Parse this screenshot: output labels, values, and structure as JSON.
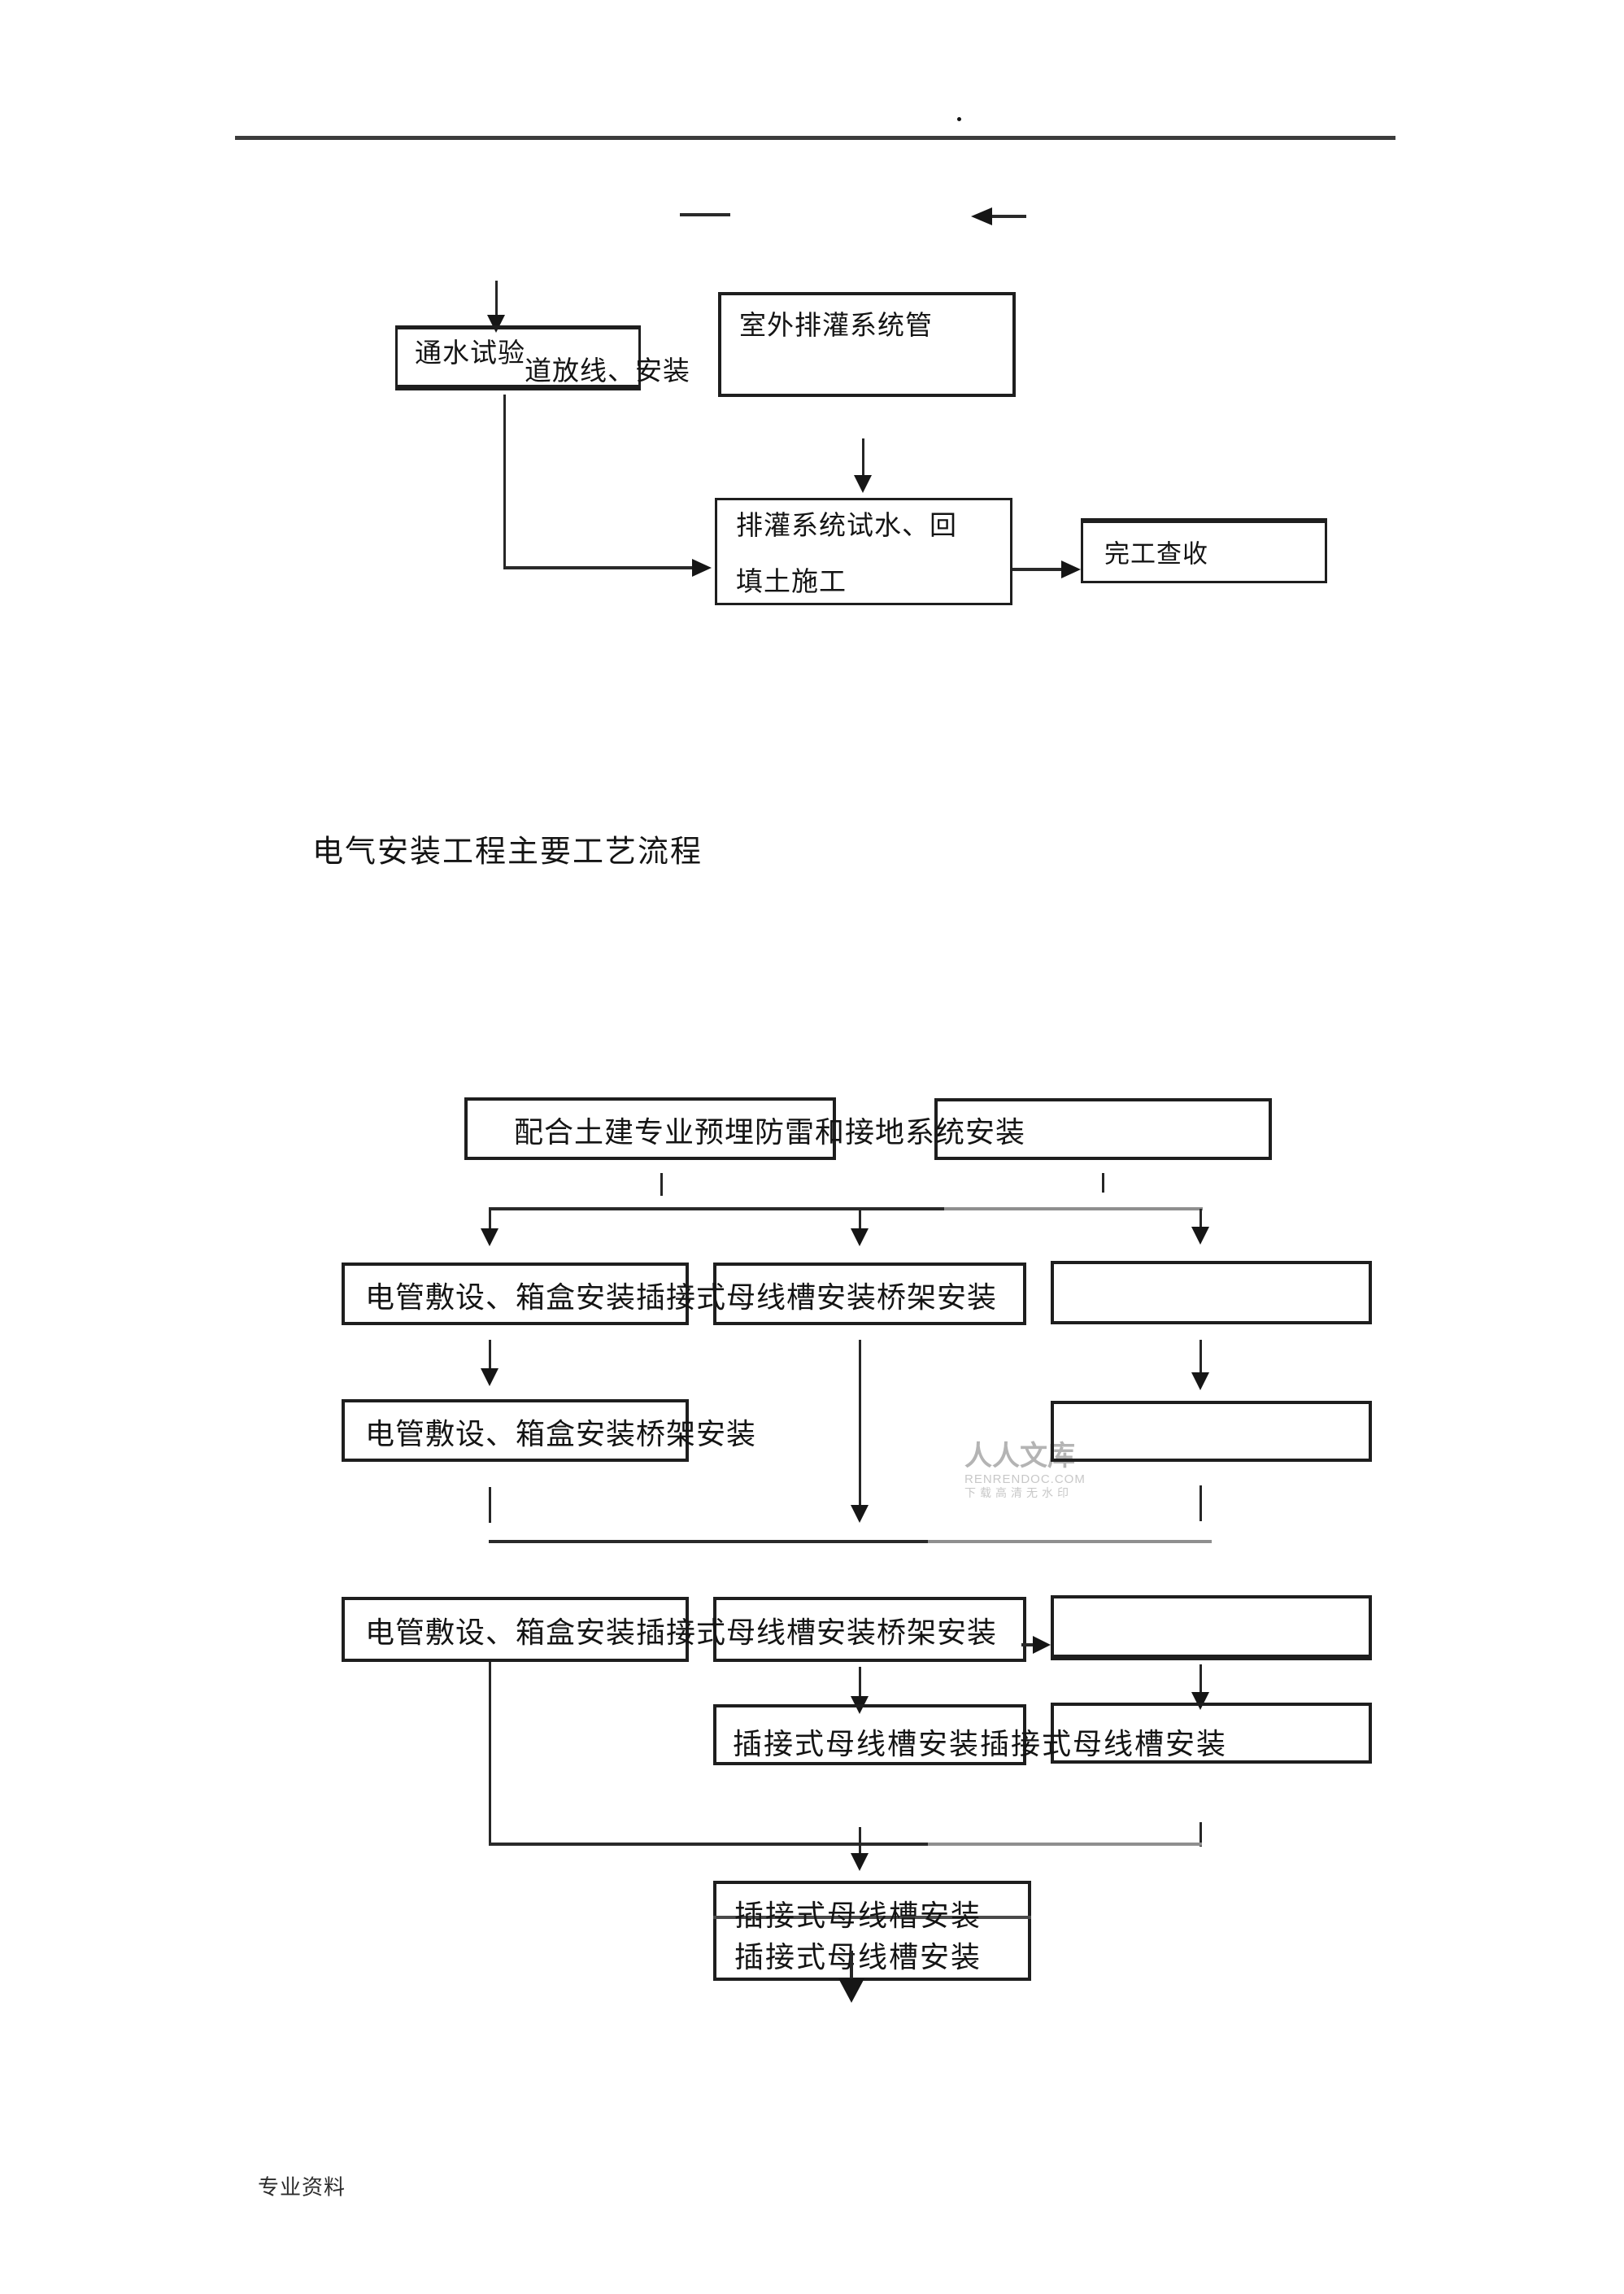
{
  "page": {
    "dot": ".",
    "footer_label": "专业资料"
  },
  "watermark": {
    "brand": "人人文库",
    "site": "RENRENDOC.COM",
    "tagline": "下载高清无水印"
  },
  "plumbing_flow": {
    "water_test": "通水试验",
    "pipe_layout": "道放线、安装",
    "outdoor_pipe": "室外排灌系统管",
    "system_test_line1": "排灌系统试水、回",
    "system_test_line2": "填土施工",
    "completion": "完工查收"
  },
  "electrical_flow": {
    "title": "电气安装工程主要工艺流程",
    "embed_install": "配合土建专业预埋防雷和接地系统安装",
    "row1_text": "电管敷设、箱盒安装插接式母线槽安装桥架安装",
    "row2_text": "电管敷设、箱盒安装桥架安装",
    "row3_text": "电管敷设、箱盒安装插接式母线槽安装桥架安装",
    "row4_text": "插接式母线槽安装插接式母线槽安装",
    "row5_line1": "插接式母线槽安装",
    "row5_line2": "插接式母线槽安装"
  }
}
